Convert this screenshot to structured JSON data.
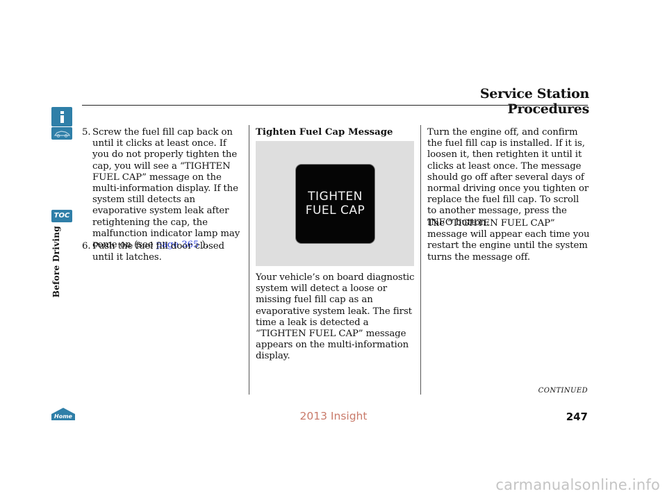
{
  "header": {
    "title": "Service Station Procedures"
  },
  "nav": {
    "toc_label": "TOC",
    "section_label": "Before Driving",
    "home_label": "Home"
  },
  "steps": [
    {
      "number": "5.",
      "text_before_link": "Screw the fuel fill cap back on until it clicks at least once. If you do not properly tighten the cap, you will see a “TIGHTEN FUEL CAP” message on the multi-information display. If the system still detects an evaporative system leak after retightening the cap, the malfunction indicator lamp may come on (see ",
      "link": "page 365",
      "text_after_link": " )."
    },
    {
      "number": "6.",
      "text": "Push the fuel fill door closed until it latches."
    }
  ],
  "message_section": {
    "heading": "Tighten Fuel Cap Message",
    "display_lines": [
      "TIGHTEN",
      "FUEL CAP"
    ],
    "paragraph": "Your vehicle’s on board diagnostic system will detect a loose or missing fuel fill cap as an evaporative system leak. The first time a leak is detected a “TIGHTEN FUEL CAP” message appears on the multi-information display."
  },
  "right_column": {
    "p1": "Turn the engine off, and confirm the fuel fill cap is installed. If it is, loosen it, then retighten it until it clicks at least once. The message should go off after several days of normal driving once you tighten or replace the fuel fill cap. To scroll to another message, press the INFO button.",
    "p2": "The “TIGHTEN FUEL CAP” message will appear each time you restart the engine until the system turns the message off."
  },
  "footer": {
    "continued": "CONTINUED",
    "page_number": "247",
    "model": "2013 Insight",
    "watermark": "carmanualsonline.info"
  },
  "colors": {
    "nav_blue": "#2f7fa8",
    "link_blue": "#2a3fd8",
    "watermark_red": "#c97a6a"
  }
}
